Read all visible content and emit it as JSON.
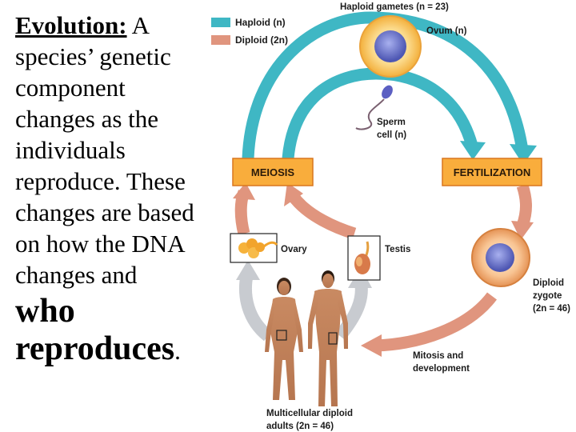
{
  "text": {
    "heading": "Evolution:",
    "body_1": "A species’ genetic component changes as the individuals reproduce. These changes are based on how the DNA changes and",
    "body_bold_1": "who",
    "body_bold_2": "reproduces",
    "period": "."
  },
  "legend": {
    "haploid": "Haploid (n)",
    "diploid": "Diploid (2n)"
  },
  "labels": {
    "haploid_gametes": "Haploid gametes (n = 23)",
    "ovum": "Ovum (n)",
    "sperm_1": "Sperm",
    "sperm_2": "cell (n)",
    "meiosis": "MEIOSIS",
    "fertilization": "FERTILIZATION",
    "ovary": "Ovary",
    "testis": "Testis",
    "zygote_1": "Diploid",
    "zygote_2": "zygote",
    "zygote_3": "(2n = 46)",
    "mitosis_1": "Mitosis and",
    "mitosis_2": "development",
    "adults_1": "Multicellular diploid",
    "adults_2": "adults (2n = 46)"
  },
  "colors": {
    "haploid": "#3fb7c4",
    "diploid": "#e0957e",
    "box_fill": "#f9ad3c",
    "box_stroke": "#d9761f",
    "nucleus": "#6670c5",
    "gray_arrow": "#c8cbd0"
  }
}
